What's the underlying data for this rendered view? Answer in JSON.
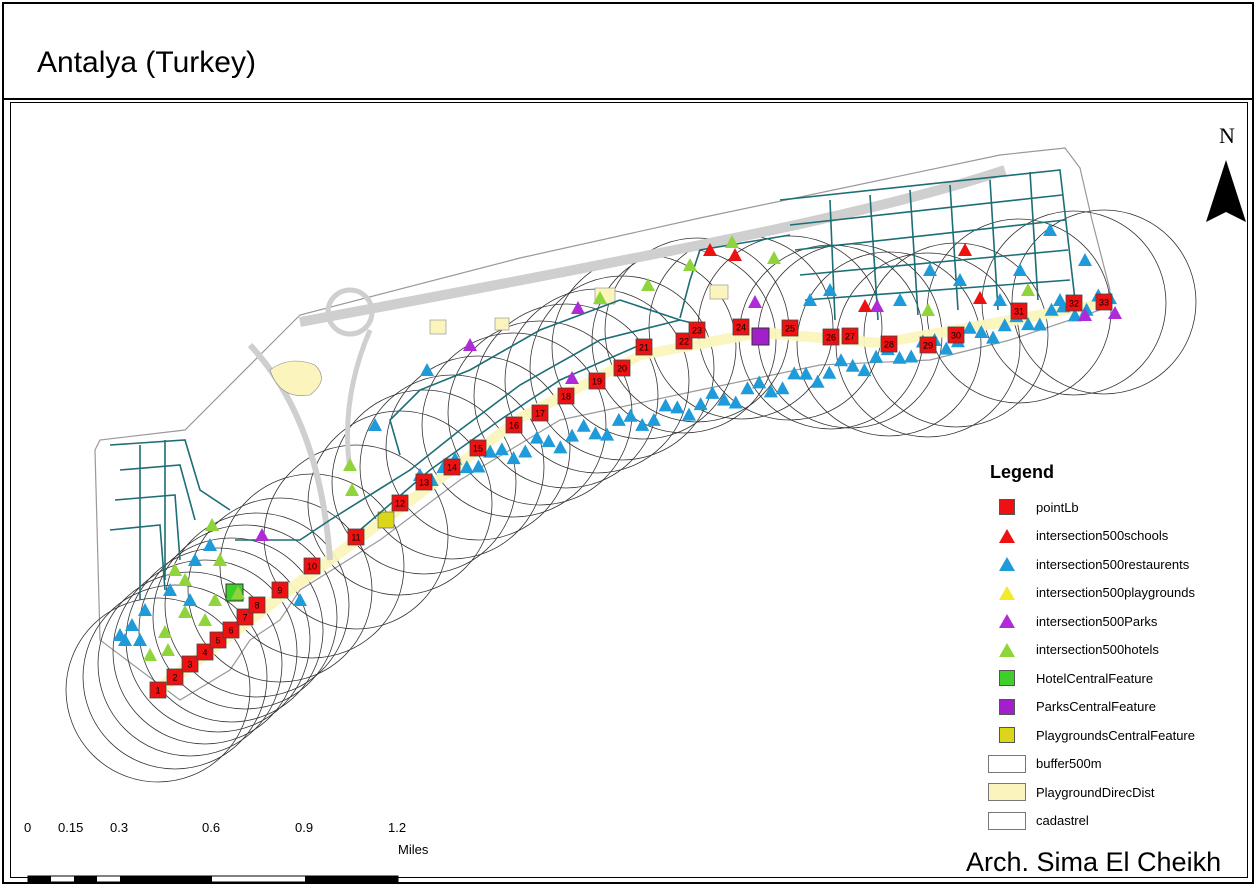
{
  "map": {
    "title": "Antalya (Turkey)",
    "north_label": "N",
    "credit": "Arch. Sima El Cheikh"
  },
  "legend": {
    "title": "Legend",
    "items": [
      {
        "label": "pointLb",
        "symbol": "square",
        "color": "#ee1111"
      },
      {
        "label": "intersection500schools",
        "symbol": "triangle",
        "color": "#ee1111"
      },
      {
        "label": "intersection500restaurents",
        "symbol": "triangle",
        "color": "#1e9bd8"
      },
      {
        "label": "intersection500playgrounds",
        "symbol": "triangle",
        "color": "#f2ea2a"
      },
      {
        "label": "intersection500Parks",
        "symbol": "triangle",
        "color": "#b02bd8"
      },
      {
        "label": "intersection500hotels",
        "symbol": "triangle",
        "color": "#8fd43a"
      },
      {
        "label": "HotelCentralFeature",
        "symbol": "square",
        "color": "#3ecf2a"
      },
      {
        "label": "ParksCentralFeature",
        "symbol": "square",
        "color": "#a21fc9"
      },
      {
        "label": "PlaygroundsCentralFeature",
        "symbol": "square",
        "color": "#dcd61a"
      },
      {
        "label": "buffer500m",
        "symbol": "rect",
        "color": "#ffffff"
      },
      {
        "label": "PlaygroundDirecDist",
        "symbol": "rect",
        "color": "#fbf5bd"
      },
      {
        "label": "cadastrel",
        "symbol": "rect",
        "color": "#ffffff"
      }
    ]
  },
  "scale_bar": {
    "ticks": [
      "0",
      "0.15",
      "0.3",
      "0.6",
      "0.9",
      "1.2"
    ],
    "unit": "Miles"
  },
  "points": {
    "labels": [
      "1",
      "2",
      "3",
      "4",
      "5",
      "6",
      "7",
      "8",
      "9",
      "10",
      "11",
      "12",
      "13",
      "14",
      "15",
      "16",
      "17",
      "18",
      "19",
      "20",
      "21",
      "22",
      "23",
      "24",
      "25",
      "26",
      "27",
      "28",
      "29",
      "30",
      "31",
      "32",
      "33"
    ]
  }
}
